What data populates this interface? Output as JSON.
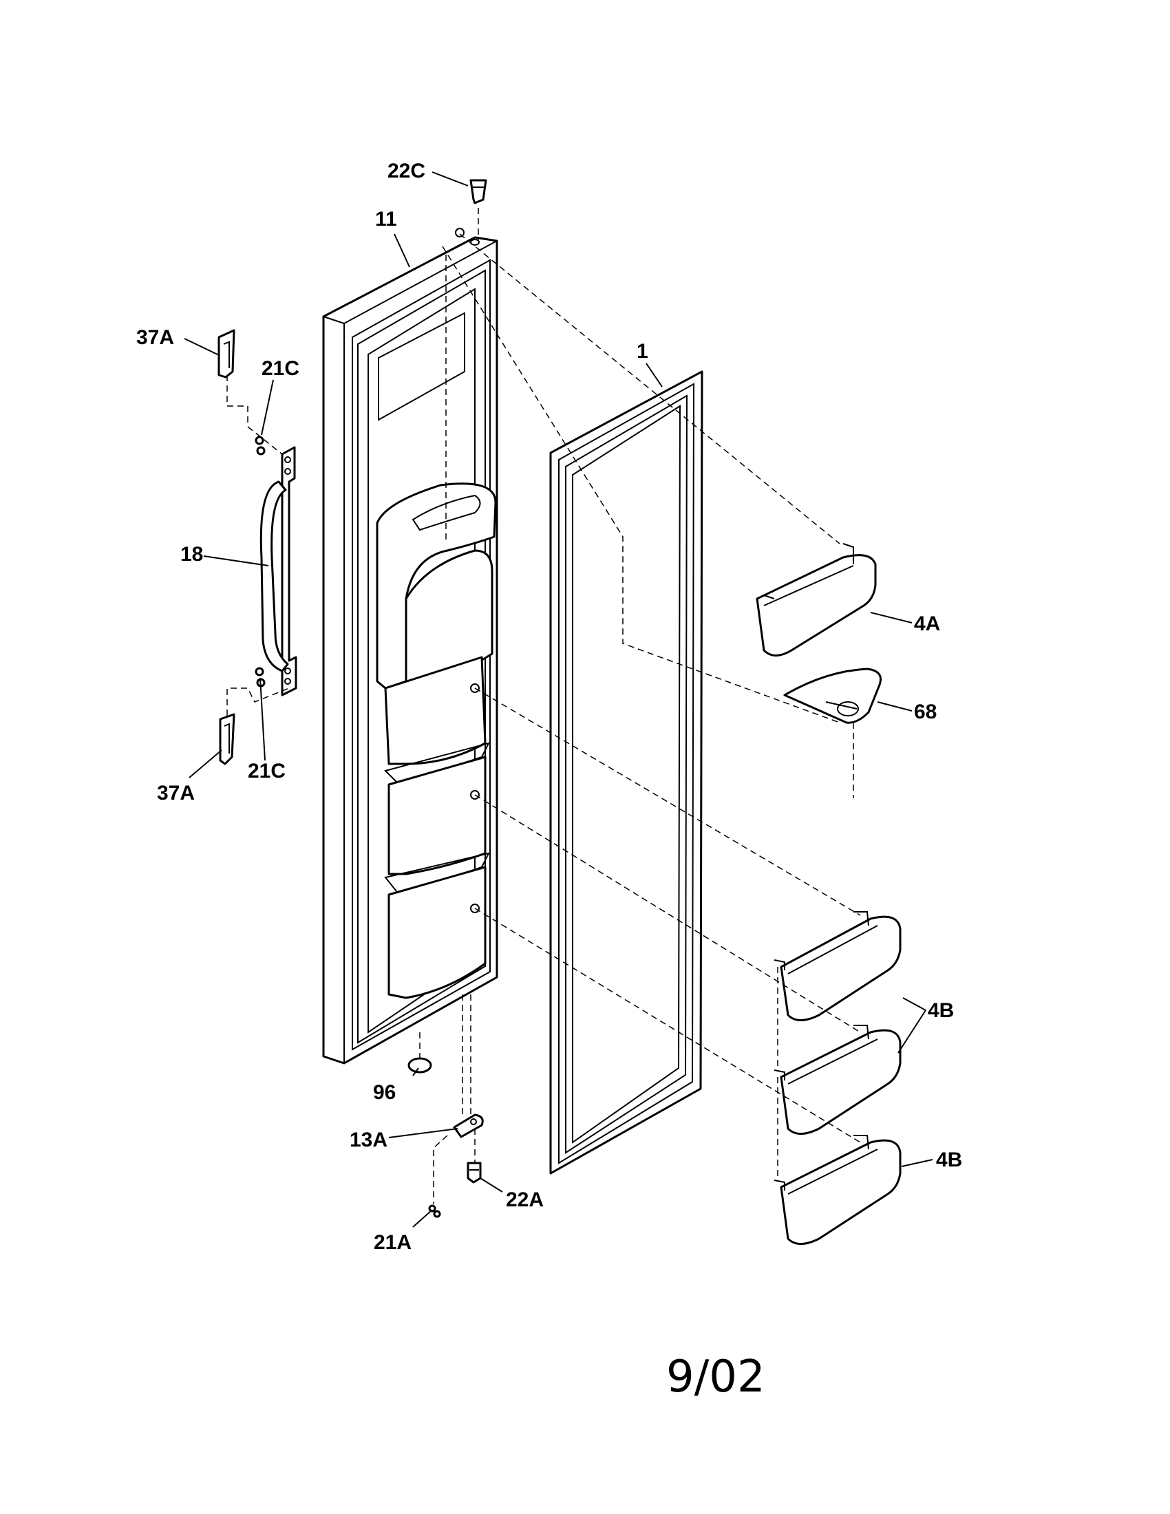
{
  "diagram": {
    "parts": {
      "p22c": "22C",
      "p11": "11",
      "p37a_top": "37A",
      "p21c_top": "21C",
      "p1": "1",
      "p18": "18",
      "p4a": "4A",
      "p68": "68",
      "p37a_bottom": "37A",
      "p21c_bottom": "21C",
      "p4b_upper": "4B",
      "p96": "96",
      "p13a": "13A",
      "p22a": "22A",
      "p4b_lower": "4B",
      "p21a": "21A"
    },
    "date_stamp": "9/02"
  }
}
